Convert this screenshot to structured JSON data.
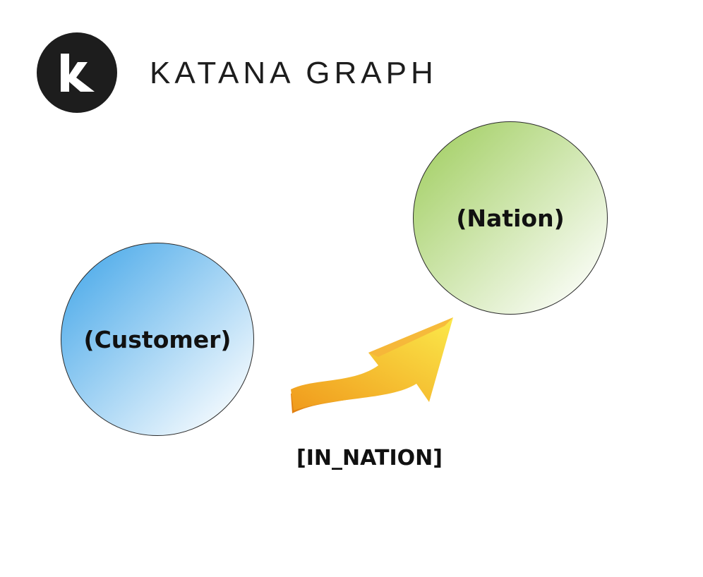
{
  "brand": {
    "name": "KATANA GRAPH",
    "icon": "katana-k-logo-icon",
    "mark_color": "#1d1d1d"
  },
  "nodes": [
    {
      "label": "(Customer)",
      "fill_from": "#3fa4e8",
      "fill_to": "#ffffff"
    },
    {
      "label": "(Nation)",
      "fill_from": "#9dcc5a",
      "fill_to": "#ffffff"
    }
  ],
  "edge": {
    "label": "[IN_NATION]",
    "icon": "curved-arrow-icon",
    "color_from": "#f09a1c",
    "color_to": "#fbe94a"
  }
}
